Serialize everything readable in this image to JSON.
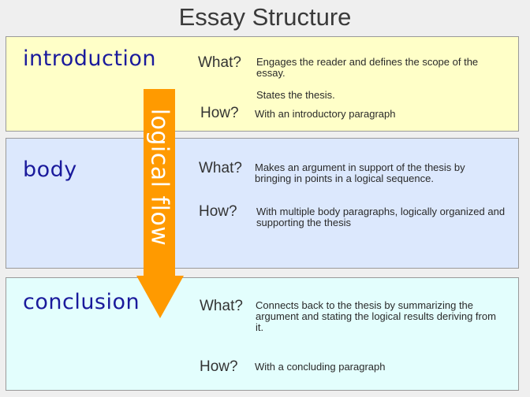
{
  "title": "Essay Structure",
  "flow_label": "logical flow",
  "colors": {
    "arrow": "#ff9a00",
    "heading": "#1a1a9c",
    "intro_bg": "#ffffc8",
    "body_bg": "#dce8fd",
    "conclusion_bg": "#e3fefd"
  },
  "sections": [
    {
      "heading": "introduction",
      "what_label": "What?",
      "what_text": "Engages the reader and defines the scope of the essay.",
      "what_text2": "States the thesis.",
      "how_label": "How?",
      "how_text": "With an introductory paragraph"
    },
    {
      "heading": "body",
      "what_label": "What?",
      "what_text": "Makes an argument in support of the thesis by bringing in points in a logical sequence.",
      "how_label": "How?",
      "how_text": "With multiple body paragraphs, logically organized and supporting the thesis"
    },
    {
      "heading": "conclusion",
      "what_label": "What?",
      "what_text": "Connects back to the thesis by summarizing the argument and stating the logical results deriving from it.",
      "how_label": "How?",
      "how_text": "With a concluding paragraph"
    }
  ]
}
